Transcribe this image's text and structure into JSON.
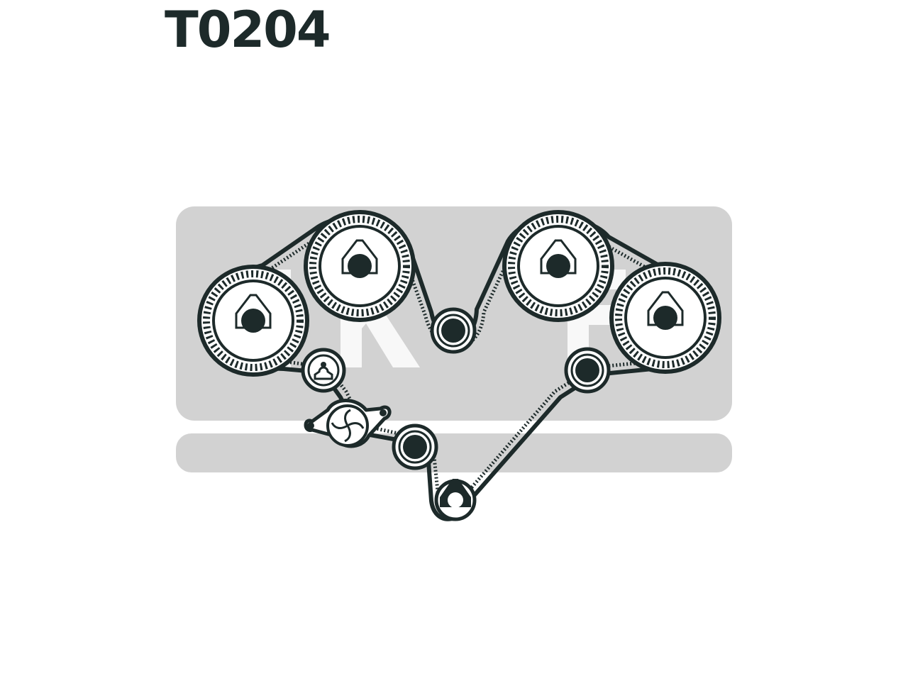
{
  "header": {
    "part_code": "T0204"
  },
  "watermark": {
    "brand": "SKF"
  },
  "colors": {
    "ink": "#1d2a2a",
    "panel": "#d2d2d2",
    "background": "#ffffff"
  },
  "components": {
    "camshaft_sprockets": 4,
    "idler_pulleys": 3,
    "tensioner_pulleys": 1,
    "water_pump": 1,
    "crankshaft_sprocket": 1
  }
}
